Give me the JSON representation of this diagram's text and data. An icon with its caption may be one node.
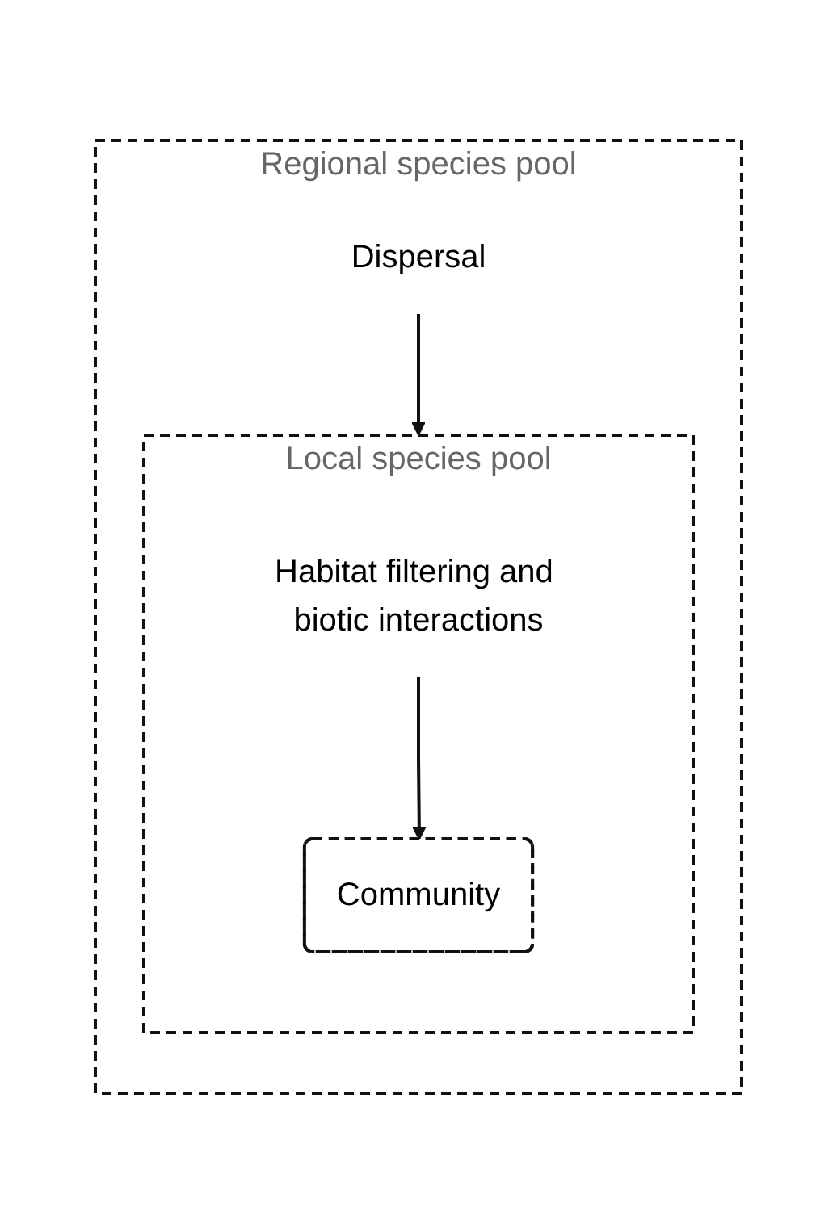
{
  "diagram": {
    "nodes": [
      {
        "text": [
          "Regional species pool"
        ]
      },
      {
        "text": [
          "Dispersal"
        ],
        "in": 0
      },
      {
        "text": [
          "Local species pool"
        ],
        "in": 0
      },
      {
        "text": [
          "Habitat filtering and biotic interactions"
        ],
        "in": 2
      },
      {
        "text": [
          "Community"
        ],
        "in": 2
      }
    ],
    "edges": [
      {
        "from": 1,
        "to": 2,
        "arrow": "to"
      },
      {
        "from": 3,
        "to": 4,
        "arrow": "to"
      }
    ]
  }
}
